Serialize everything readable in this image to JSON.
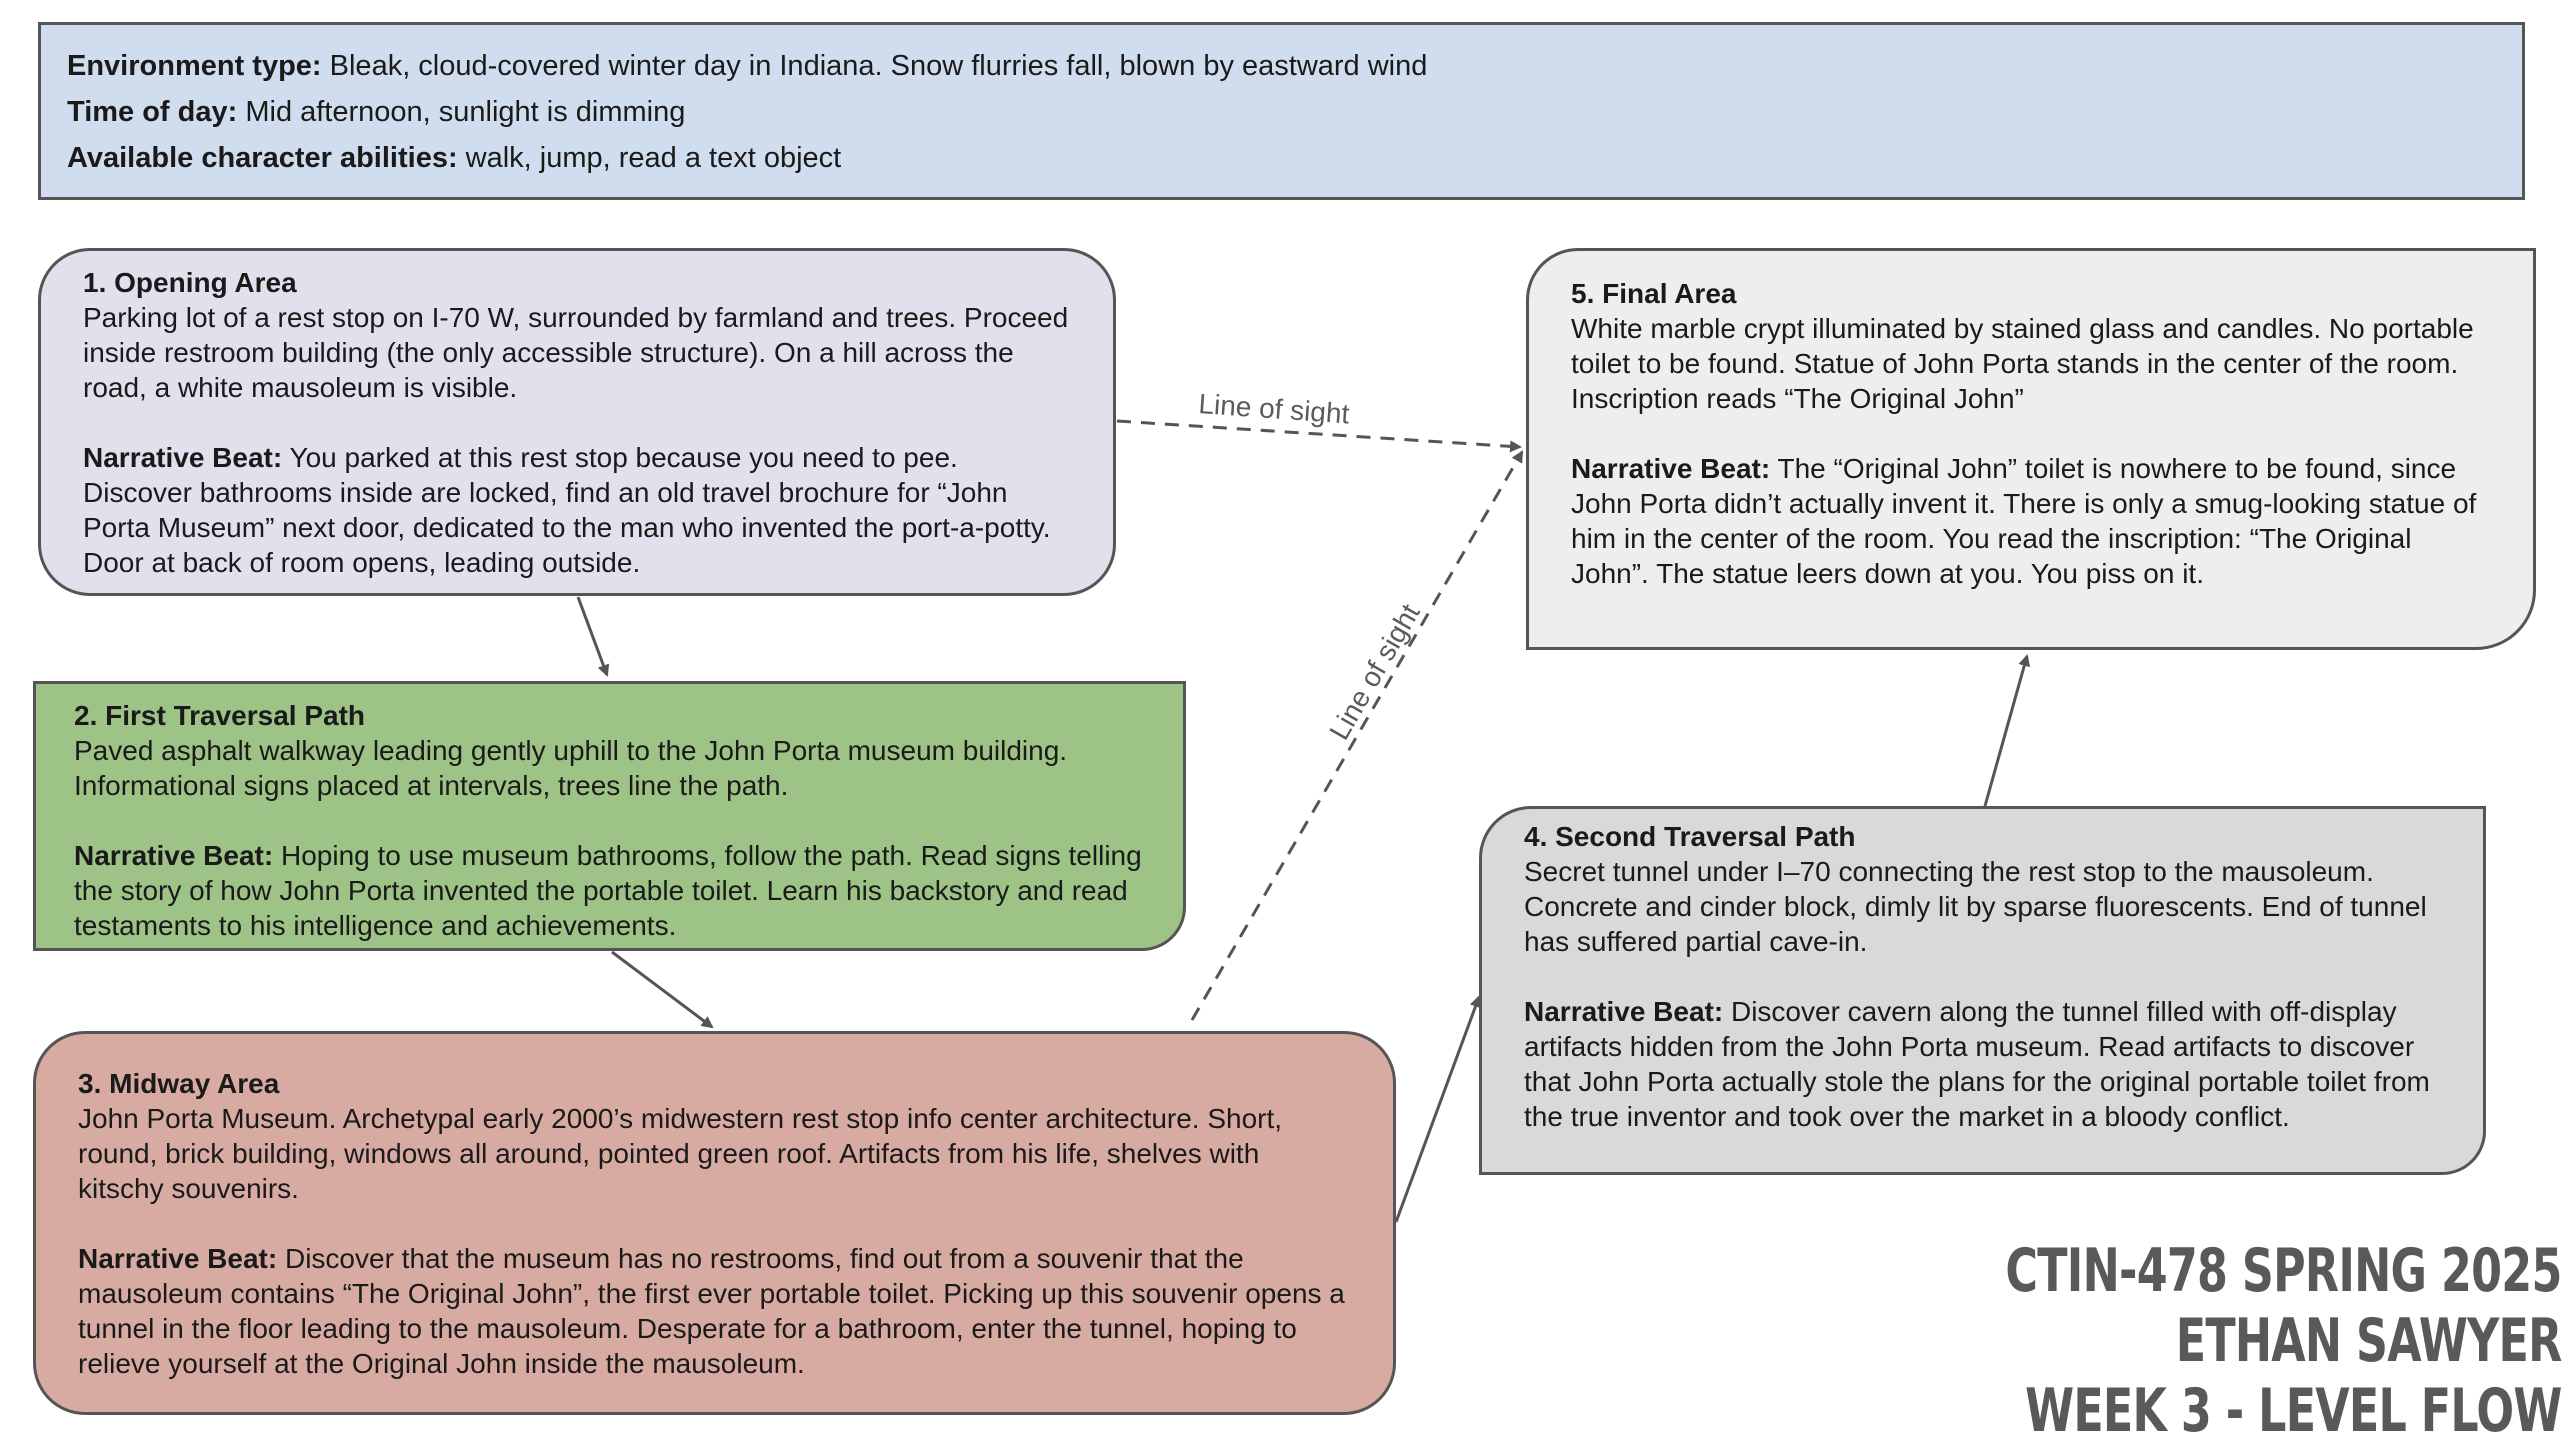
{
  "environment": {
    "type_label": "Environment type:",
    "type_value": " Bleak, cloud-covered winter day in Indiana. Snow flurries fall, blown by eastward wind",
    "time_label": "Time of day:",
    "time_value": " Mid afternoon, sunlight is dimming",
    "abilities_label": "Available character abilities:",
    "abilities_value": " walk, jump, read a text object"
  },
  "nodes": {
    "opening": {
      "title": "1. Opening Area",
      "description": "Parking lot of a rest stop on I-70 W, surrounded by farmland and trees. Proceed inside restroom building (the only accessible structure). On a hill across the road, a white mausoleum is visible.",
      "beat_label": "Narrative Beat:",
      "beat_text": " You parked at this rest stop because you need to pee. Discover bathrooms inside are locked, find an old travel brochure for “John Porta Museum” next door, dedicated to the man who invented the port-a-potty. Door at back of room opens, leading outside."
    },
    "first_path": {
      "title": "2. First Traversal Path",
      "description": "Paved asphalt walkway leading gently uphill to the John Porta museum building. Informational signs placed at intervals, trees line the path.",
      "beat_label": "Narrative Beat:",
      "beat_text": " Hoping to use museum bathrooms, follow the path. Read signs telling the story of how John Porta invented the portable toilet. Learn his backstory and read testaments to his intelligence and achievements."
    },
    "midway": {
      "title": "3. Midway Area",
      "description": "John Porta Museum. Archetypal early 2000’s midwestern rest stop info center architecture. Short, round, brick building, windows all around, pointed green roof. Artifacts from his life, shelves with kitschy souvenirs.",
      "beat_label": "Narrative Beat:",
      "beat_text": " Discover that the museum has no restrooms, find out from a souvenir that the mausoleum contains “The Original John”, the first ever portable toilet. Picking up this souvenir opens a tunnel in the floor leading to the mausoleum. Desperate for a bathroom, enter the tunnel, hoping to relieve yourself at the Original John inside the mausoleum."
    },
    "second_path": {
      "title": "4. Second Traversal Path",
      "description": "Secret tunnel under I–70 connecting the rest stop to the mausoleum. Concrete and cinder block, dimly lit by sparse fluorescents. End of tunnel has suffered partial cave-in.",
      "beat_label": "Narrative Beat:",
      "beat_text": " Discover cavern along the tunnel filled with off-display artifacts hidden from the John Porta museum. Read artifacts to discover that John Porta actually stole the plans for the original portable toilet from the true inventor and took over the market in a bloody conflict."
    },
    "final": {
      "title": "5. Final Area",
      "description": "White marble crypt illuminated by stained glass and candles. No portable toilet to be found. Statue of John Porta stands in the center of the room. Inscription reads “The Original John”",
      "beat_label": "Narrative Beat:",
      "beat_text": " The “Original John” toilet is nowhere to be found, since John Porta didn’t actually invent it. There is only a smug-looking statue of him in the center of the room. You read the inscription: “The Original John”. The statue leers down at you. You piss on it."
    }
  },
  "edges": [
    {
      "from": "opening",
      "to": "first_path",
      "style": "solid"
    },
    {
      "from": "first_path",
      "to": "midway",
      "style": "solid"
    },
    {
      "from": "midway",
      "to": "second_path",
      "style": "solid"
    },
    {
      "from": "second_path",
      "to": "final",
      "style": "solid"
    },
    {
      "from": "opening",
      "to": "final",
      "style": "dashed",
      "label": "Line of sight"
    },
    {
      "from": "midway",
      "to": "final",
      "style": "dashed",
      "label": "Line of sight"
    }
  ],
  "footer": {
    "line1": "CTIN-478 SPRING 2025",
    "line2": "ETHAN SAWYER",
    "line3": "WEEK 3 - LEVEL FLOW"
  },
  "colors": {
    "environment_fill": "#cfddef",
    "opening_fill": "#e1e1ed",
    "first_path_fill": "#9ec386",
    "midway_fill": "#d8aba2",
    "second_path_fill": "#d9d9d9",
    "final_fill": "#eeeeee",
    "border": "#555555",
    "footer_text": "#595959"
  }
}
